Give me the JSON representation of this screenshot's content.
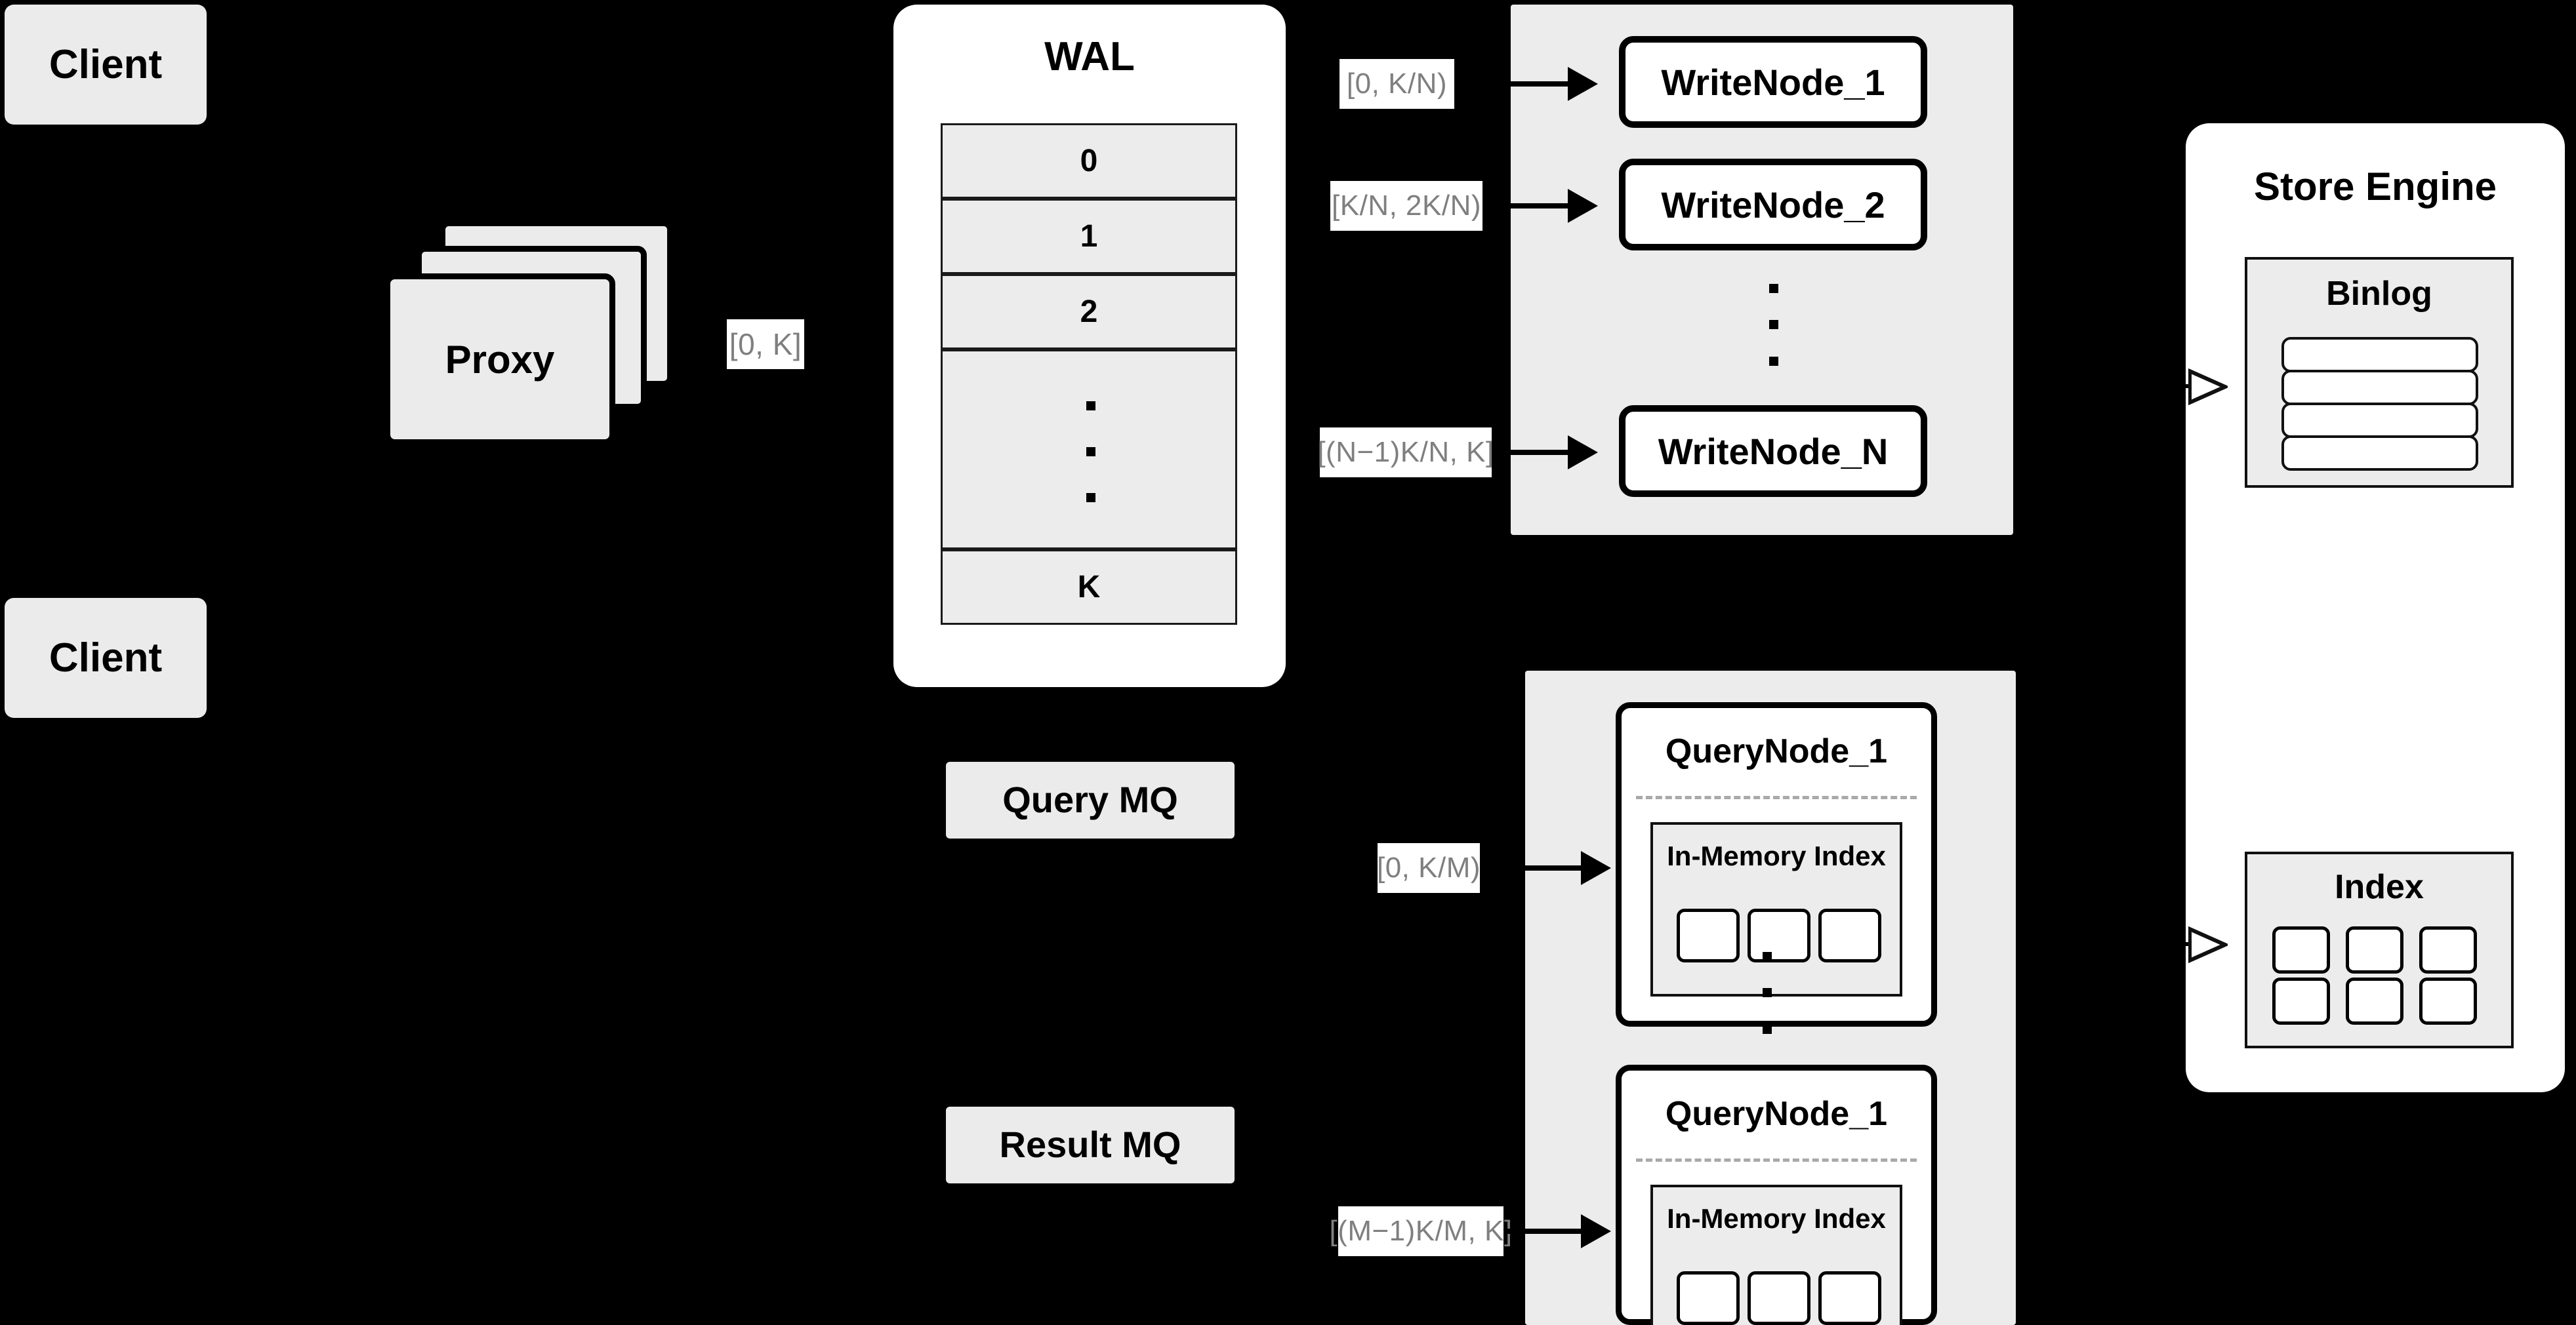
{
  "diagram": {
    "background_color": "#000000",
    "node_fill": "#ebebeb",
    "cluster_fill": "#ececec",
    "panel_fill": "#ffffff",
    "stroke_color": "#000000",
    "edge_label_color": "#7f7f7f"
  },
  "clients": [
    {
      "label": "Client"
    },
    {
      "label": "Client"
    }
  ],
  "proxy": {
    "label": "Proxy",
    "stack_count": 3
  },
  "wal": {
    "title": "WAL",
    "rows": [
      "0",
      "1",
      "2",
      "",
      "K"
    ],
    "ellipsis_dots": 3
  },
  "queues": {
    "query_mq": "Query MQ",
    "result_mq": "Result MQ"
  },
  "write_cluster": {
    "nodes": [
      {
        "label": "WriteNode_1",
        "range_label": "[0,  K/N)"
      },
      {
        "label": "WriteNode_2",
        "range_label": "[K/N, 2K/N)"
      },
      {
        "label": "WriteNode_N",
        "range_label": "[(N−1)K/N,  K]"
      }
    ],
    "ellipsis_dots": 3
  },
  "query_cluster": {
    "nodes": [
      {
        "label": "QueryNode_1",
        "range_label": "[0, K/M)",
        "inner": {
          "title": "In-Memory Index",
          "slots": 3
        }
      },
      {
        "label": "QueryNode_1",
        "range_label": "[(M−1)K/M, K]",
        "inner": {
          "title": "In-Memory Index",
          "slots": 3
        }
      }
    ],
    "ellipsis_dots": 3
  },
  "store_engine": {
    "title": "Store Engine",
    "binlog": {
      "title": "Binlog",
      "bars": 4
    },
    "index": {
      "title": "Index",
      "slots": 6
    }
  },
  "edge_labels": {
    "proxy_to_wal": "[0, K]"
  }
}
